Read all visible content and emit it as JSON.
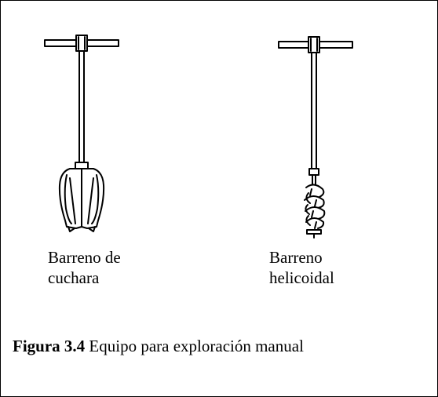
{
  "figure": {
    "tools": [
      {
        "icon": "bucket-auger-drawing",
        "label_lines": [
          "Barreno de",
          "cuchara"
        ]
      },
      {
        "icon": "spiral-auger-drawing",
        "label_lines": [
          "Barreno",
          "helicoidal"
        ]
      }
    ],
    "caption": {
      "number": "Figura 3.4",
      "text": "Equipo para exploración manual"
    }
  }
}
